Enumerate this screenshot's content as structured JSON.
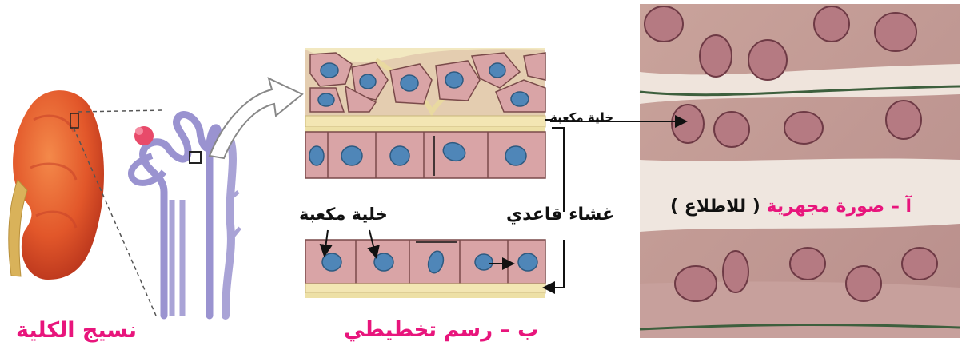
{
  "labels": {
    "kidney_tissue": "نسيج الكلية",
    "schematic": "ب – رسم تخطيطي",
    "micro_title": "آ – صورة مجهرية",
    "micro_note": "( للاطلاع )",
    "cuboidal_cell_top": "خلية مكعبة",
    "basement_membrane": "غشاء قاعدي",
    "cuboidal_cell_bottom": "خلية مكعبة"
  },
  "colors": {
    "kidney": "#e2572a",
    "cell_fill": "#d9a4a6",
    "nucleus": "#4f86b8",
    "membrane": "#e9d9a0",
    "tubule": "#a9a3d6",
    "label_pink": "#e8157c",
    "micro_bg": "#d9b8b0"
  }
}
